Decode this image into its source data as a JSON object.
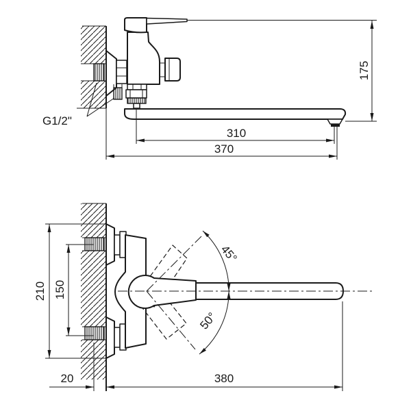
{
  "drawing": {
    "type": "technical-diagram",
    "subject": "wall-mounted bath mixer faucet with long swivel spout, two orthographic views with dimensions",
    "colors": {
      "line": "#1a1a1a",
      "background": "#ffffff"
    },
    "top_view": {
      "thread_label": "G1/2\"",
      "dim_spout_length": "310",
      "dim_total_length": "370",
      "dim_height": "175"
    },
    "bottom_view": {
      "dim_mount_span": "210",
      "dim_inlet_centers": "150",
      "dim_wall_offset": "20",
      "dim_spout_reach": "380",
      "angle_upper": "45°",
      "angle_lower": "50°"
    }
  }
}
